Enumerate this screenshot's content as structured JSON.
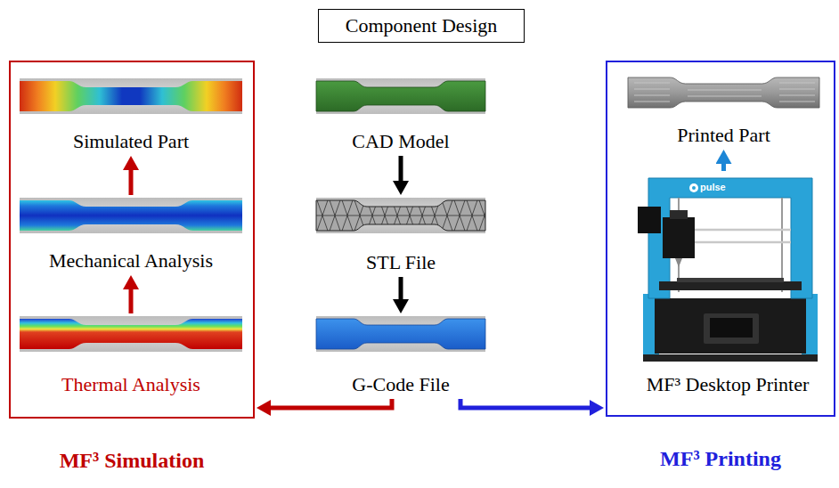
{
  "diagram": {
    "nodes": [
      {
        "text": [
          "Component Design"
        ]
      },
      {
        "text": [
          "MF³ Simulation"
        ]
      },
      {
        "text": [
          "Simulated Part"
        ],
        "in": 1
      },
      {
        "text": [
          "Mechanical Analysis"
        ],
        "in": 1
      },
      {
        "text": [
          "Thermal Analysis"
        ],
        "in": 1
      },
      {
        "text": [
          "CAD Model"
        ]
      },
      {
        "text": [
          "STL File"
        ]
      },
      {
        "text": [
          "G-Code File"
        ]
      },
      {
        "text": [
          "MF³ Printing"
        ]
      },
      {
        "text": [
          "Printed Part"
        ],
        "in": 8
      },
      {
        "text": [
          "MF³ Desktop Printer"
        ],
        "in": 8
      }
    ],
    "edges": [
      {
        "from": 5,
        "to": 6,
        "arrow": "to"
      },
      {
        "from": 6,
        "to": 7,
        "arrow": "to"
      },
      {
        "from": 4,
        "to": 3,
        "arrow": "to"
      },
      {
        "from": 3,
        "to": 2,
        "arrow": "to"
      },
      {
        "from": 7,
        "to": 1,
        "arrow": "to"
      },
      {
        "from": 7,
        "to": 8,
        "arrow": "to"
      },
      {
        "from": 10,
        "to": 9,
        "arrow": "to"
      }
    ],
    "labels": [
      "pulse"
    ]
  }
}
